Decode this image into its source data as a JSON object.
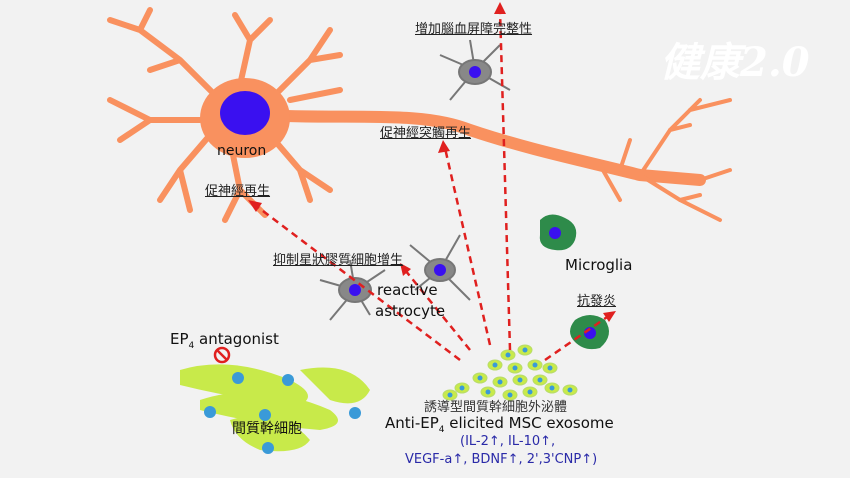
{
  "logo": "健康2.0",
  "labels": {
    "bbb": "增加腦血屏障完整性",
    "synapse": "促神經突觸再生",
    "nerve": "促神經再生",
    "astro_inhibit": "抑制星狀膠質細胞增生",
    "anti_inflam": "抗發炎",
    "neuron": "neuron",
    "reactive": "reactive",
    "astrocyte": "astrocyte",
    "microglia": "Microglia",
    "ep4_antagonist": "EP",
    "ep4_sub": "4",
    "ep4_rest": " antagonist",
    "msc": "間質幹細胞",
    "exo_cn": "誘導型間質幹細胞外泌體",
    "exo_en1": "Anti-EP",
    "exo_sub": "4",
    "exo_en2": " elicited MSC exosome",
    "cyto1": "(IL-2↑, IL-10↑,",
    "cyto2": "VEGF-a↑, BDNF↑, 2',3'CNP↑)"
  },
  "colors": {
    "neuron": "#f9915f",
    "nucleus": "#3a10f0",
    "arrow": "#e0201f",
    "msc": "#c8ea4a",
    "microglia": "#2e8b4a",
    "cyto_text": "#2a2aa8"
  }
}
